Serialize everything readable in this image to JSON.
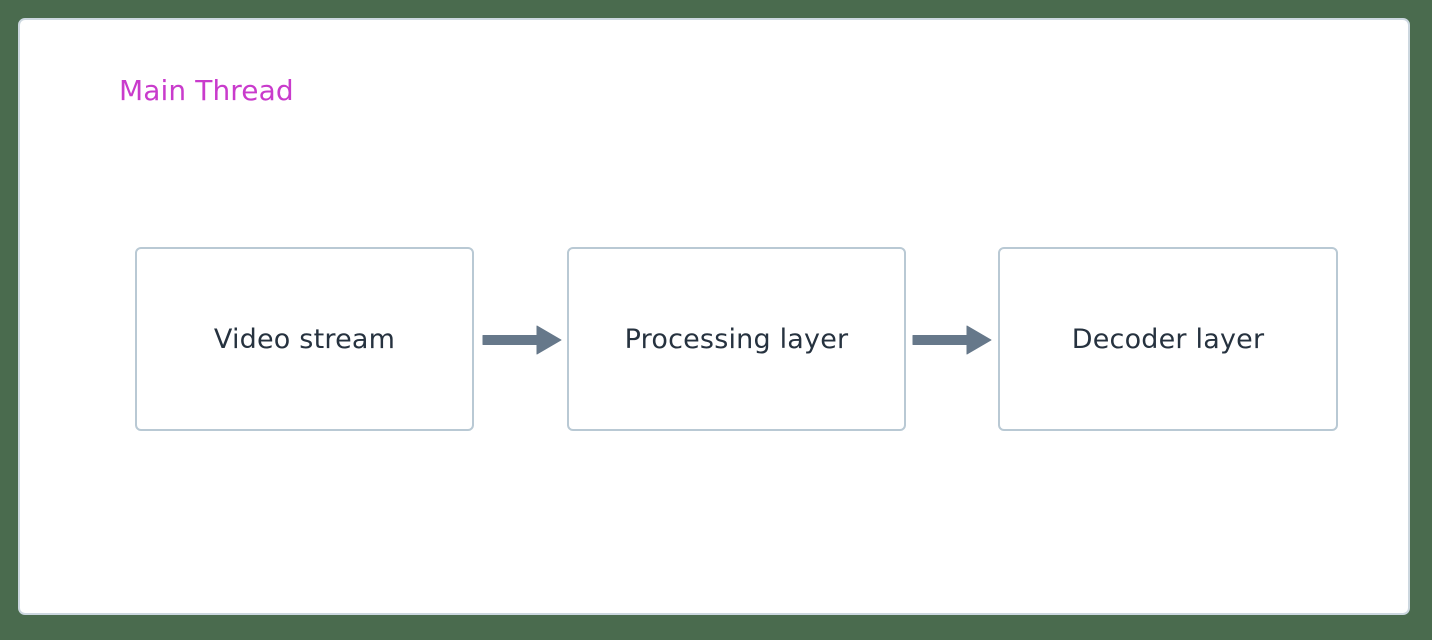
{
  "diagram": {
    "type": "flowchart",
    "direction": "left-to-right",
    "background_color": "#4a6b4e",
    "cluster": {
      "name": "main-thread",
      "title": "Main Thread",
      "title_color": "#c93bcc",
      "background_color": "#ffffff",
      "border_color": "#ccd7df"
    },
    "node_style": {
      "border_color": "#b9c9d4",
      "fill_color": "#ffffff",
      "text_color": "#26323f"
    },
    "edge_style": {
      "color": "#66788a",
      "arrow": "solid-filled-triangle"
    },
    "nodes": [
      {
        "id": "video-stream",
        "label": "Video stream"
      },
      {
        "id": "processing-layer",
        "label": "Processing layer"
      },
      {
        "id": "decoder-layer",
        "label": "Decoder layer"
      }
    ],
    "edges": [
      {
        "id": "video-to-processing",
        "from": "video-stream",
        "to": "processing-layer",
        "label": ""
      },
      {
        "id": "processing-to-decoder",
        "from": "processing-layer",
        "to": "decoder-layer",
        "label": ""
      }
    ]
  }
}
